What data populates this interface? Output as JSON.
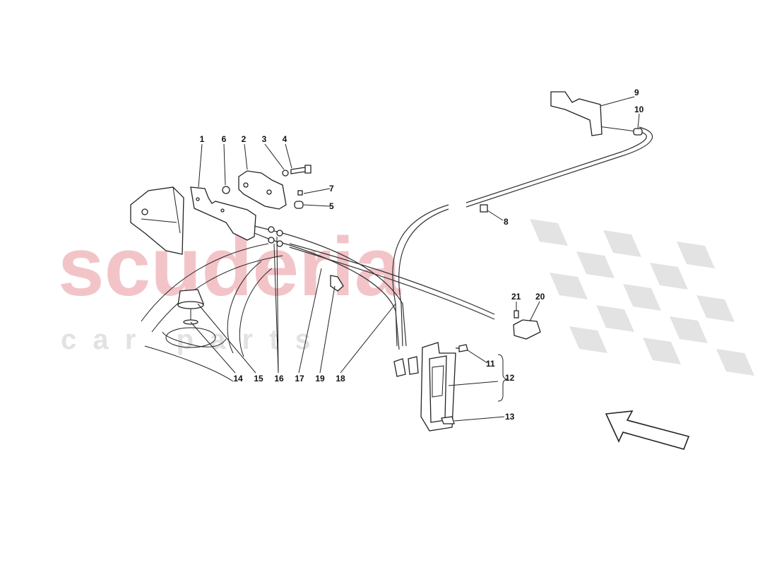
{
  "watermark": {
    "brand": "scuderia",
    "sub": "c a r   p a r t s",
    "brand_color": "#f2c4c8",
    "sub_color": "#e2e2e2",
    "flag_color": "#e3e3e3"
  },
  "callouts": [
    {
      "id": "1",
      "text": "1"
    },
    {
      "id": "6",
      "text": "6"
    },
    {
      "id": "2",
      "text": "2"
    },
    {
      "id": "3",
      "text": "3"
    },
    {
      "id": "4",
      "text": "4"
    },
    {
      "id": "7",
      "text": "7"
    },
    {
      "id": "5",
      "text": "5"
    },
    {
      "id": "9",
      "text": "9"
    },
    {
      "id": "10",
      "text": "10"
    },
    {
      "id": "8",
      "text": "8"
    },
    {
      "id": "21",
      "text": "21"
    },
    {
      "id": "20",
      "text": "20"
    },
    {
      "id": "11",
      "text": "11"
    },
    {
      "id": "12",
      "text": "12"
    },
    {
      "id": "13",
      "text": "13"
    },
    {
      "id": "14",
      "text": "14"
    },
    {
      "id": "15",
      "text": "15"
    },
    {
      "id": "16",
      "text": "16"
    },
    {
      "id": "17",
      "text": "17"
    },
    {
      "id": "19",
      "text": "19"
    },
    {
      "id": "18",
      "text": "18"
    }
  ],
  "direction_arrow": "front-direction-arrow"
}
